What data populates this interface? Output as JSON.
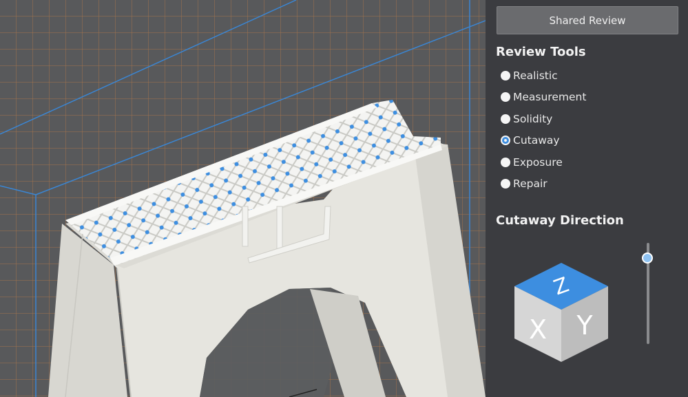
{
  "header": {
    "shared_review_label": "Shared Review"
  },
  "review_tools": {
    "title": "Review Tools",
    "options": [
      {
        "label": "Realistic",
        "selected": false
      },
      {
        "label": "Measurement",
        "selected": false
      },
      {
        "label": "Solidity",
        "selected": false
      },
      {
        "label": "Cutaway",
        "selected": true
      },
      {
        "label": "Exposure",
        "selected": false
      },
      {
        "label": "Repair",
        "selected": false
      }
    ]
  },
  "cutaway_direction": {
    "title": "Cutaway Direction",
    "cube_faces": {
      "top": "Z",
      "left": "X",
      "right": "Y"
    },
    "slider_level": 0.15
  },
  "colors": {
    "accent": "#3d8ee0",
    "grid_line": "#c6824a",
    "build_volume_line": "#3a86d4",
    "model": "#e9e8e2"
  }
}
